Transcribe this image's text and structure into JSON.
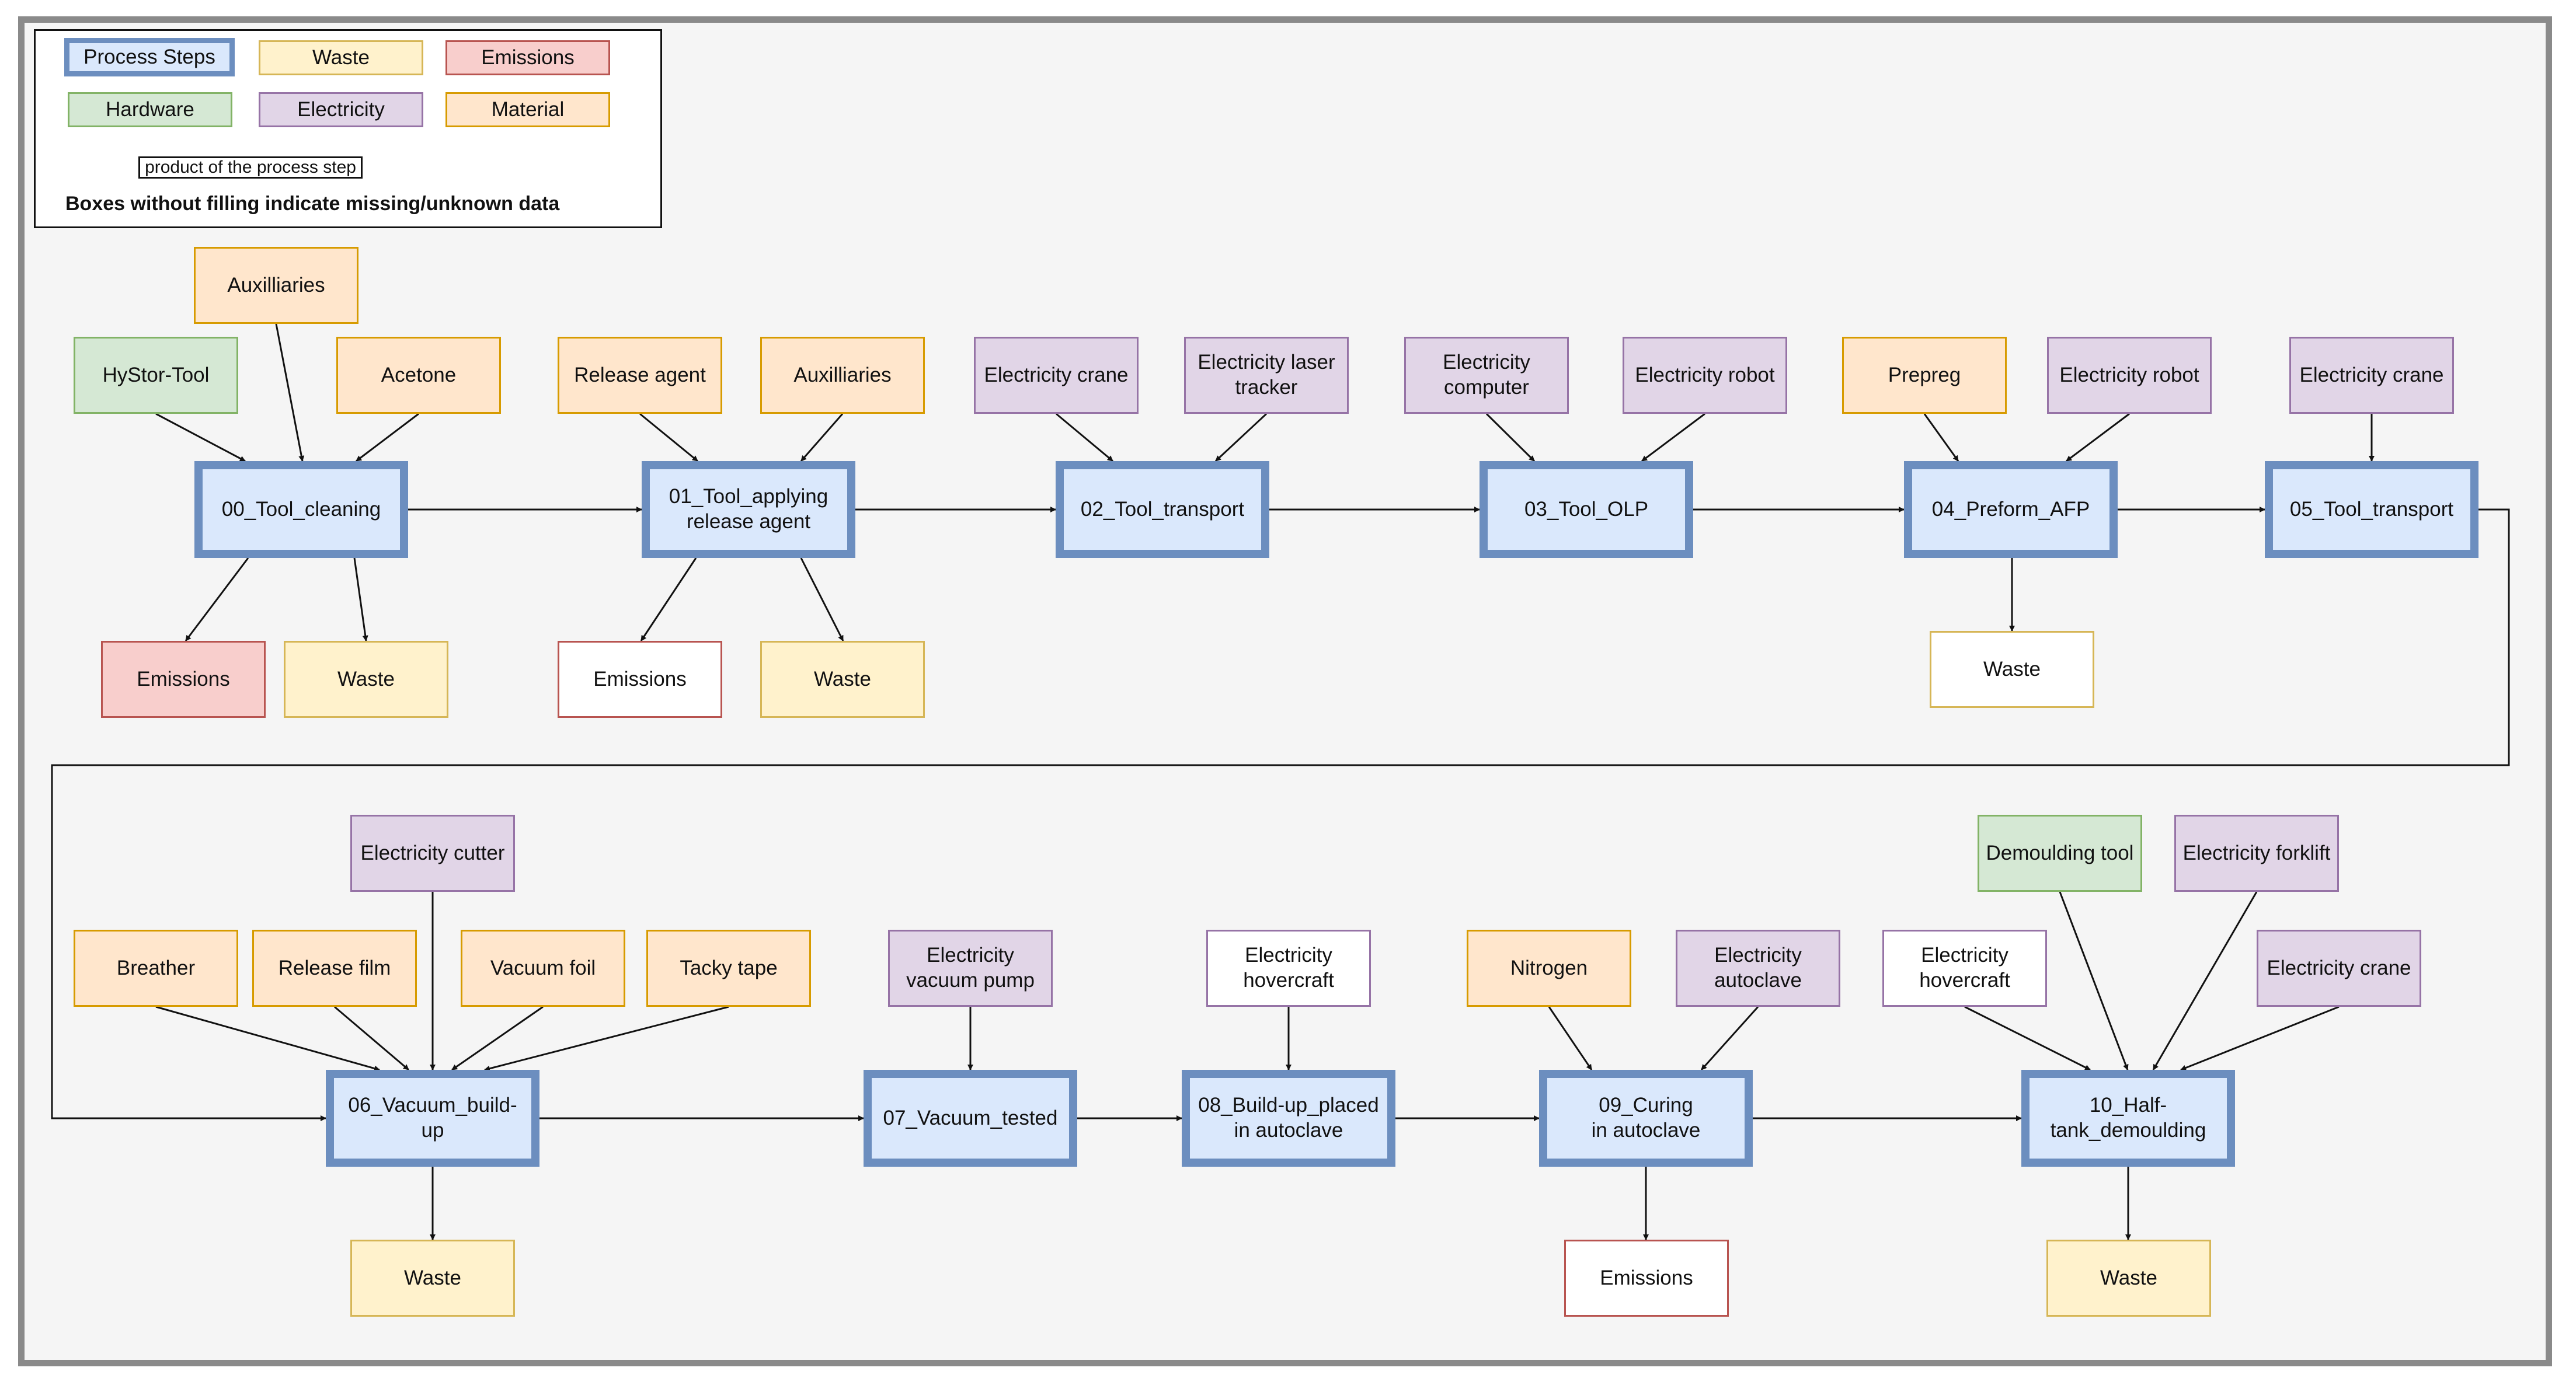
{
  "legend": {
    "process_steps": "Process Steps",
    "waste": "Waste",
    "emissions": "Emissions",
    "hardware": "Hardware",
    "electricity": "Electricity",
    "material": "Material",
    "arrow_label": "product of the process step",
    "note": "Boxes without filling indicate missing/unknown data"
  },
  "process_steps": [
    "00_Tool_cleaning",
    "01_Tool_applying\nrelease agent",
    "02_Tool_transport",
    "03_Tool_OLP",
    "04_Preform_AFP",
    "05_Tool_transport",
    "06_Vacuum_build-up",
    "07_Vacuum_tested",
    "08_Build-up_placed\nin autoclave",
    "09_Curing\nin autoclave",
    "10_Half-\ntank_demoulding"
  ],
  "inputs": {
    "s00": [
      "Auxilliaries",
      "HyStor-Tool",
      "Acetone"
    ],
    "s01": [
      "Release agent",
      "Auxilliaries"
    ],
    "s02": [
      "Electricity crane",
      "Electricity laser\ntracker"
    ],
    "s03": [
      "Electricity\ncomputer",
      "Electricity robot"
    ],
    "s04": [
      "Prepreg",
      "Electricity robot"
    ],
    "s05": [
      "Electricity crane"
    ],
    "s06": [
      "Electricity cutter",
      "Breather",
      "Release film",
      "Vacuum foil",
      "Tacky tape"
    ],
    "s07": [
      "Electricity\nvacuum pump"
    ],
    "s08": [
      "Electricity\nhovercraft"
    ],
    "s09": [
      "Nitrogen",
      "Electricity\nautoclave"
    ],
    "s10": [
      "Demoulding tool",
      "Electricity forklift",
      "Electricity\nhovercraft",
      "Electricity crane"
    ]
  },
  "outputs": {
    "s00": [
      "Emissions",
      "Waste"
    ],
    "s01": [
      "Emissions",
      "Waste"
    ],
    "s04": [
      "Waste"
    ],
    "s06": [
      "Waste"
    ],
    "s09": [
      "Emissions"
    ],
    "s10": [
      "Waste"
    ]
  },
  "colors": {
    "process_fill": "#dae8fc",
    "process_border": "#6c8ebf",
    "waste_fill": "#fff2cc",
    "waste_border": "#d6b656",
    "emissions_fill": "#f8cecc",
    "emissions_border": "#b85450",
    "hardware_fill": "#d5e8d4",
    "hardware_border": "#82b366",
    "electricity_fill": "#e1d5e7",
    "electricity_border": "#9673a6",
    "material_fill": "#ffe6cc",
    "material_border": "#d79b00"
  }
}
